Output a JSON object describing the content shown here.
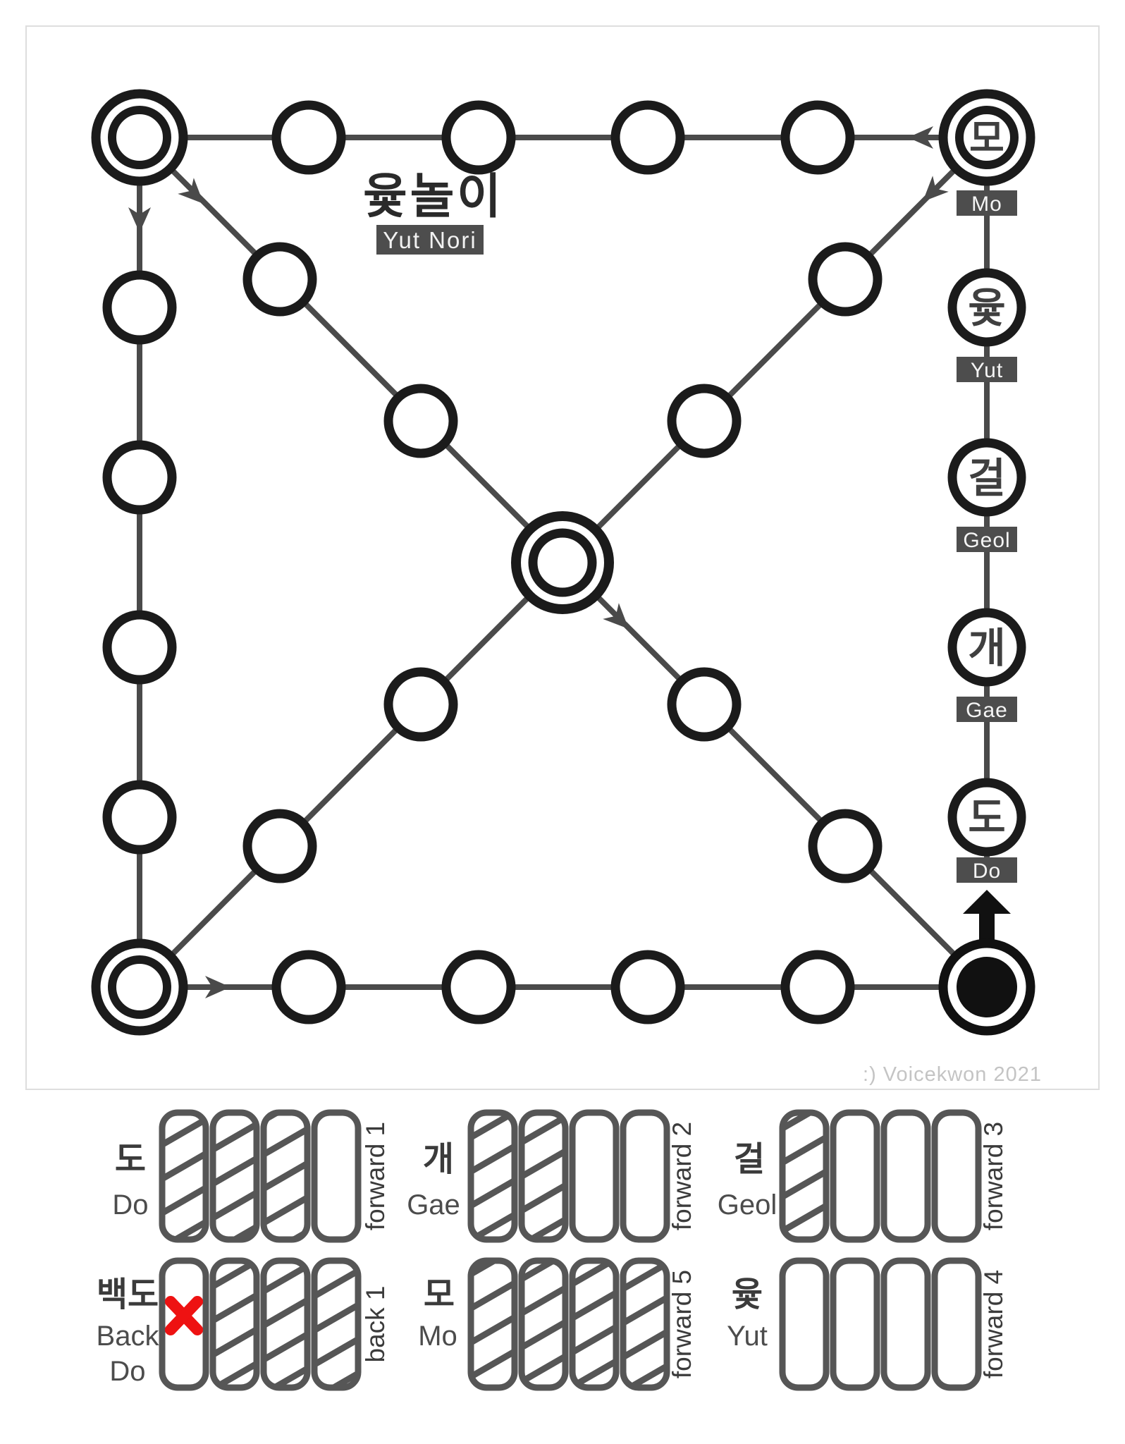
{
  "title": {
    "korean": "윷놀이",
    "english": "Yut Nori"
  },
  "credit": ":) Voicekwon 2021",
  "board": {
    "stations": [
      {
        "korean": "모",
        "english": "Mo"
      },
      {
        "korean": "윷",
        "english": "Yut"
      },
      {
        "korean": "걸",
        "english": "Geol"
      },
      {
        "korean": "개",
        "english": "Gae"
      },
      {
        "korean": "도",
        "english": "Do"
      }
    ]
  },
  "legend": {
    "rows": [
      [
        {
          "korean": "도",
          "english_lines": [
            "Do"
          ],
          "sticks": [
            "hatched",
            "hatched",
            "hatched",
            "plain"
          ],
          "move": "forward 1"
        },
        {
          "korean": "개",
          "english_lines": [
            "Gae"
          ],
          "sticks": [
            "hatched",
            "hatched",
            "plain",
            "plain"
          ],
          "move": "forward 2"
        },
        {
          "korean": "걸",
          "english_lines": [
            "Geol"
          ],
          "sticks": [
            "hatched",
            "plain",
            "plain",
            "plain"
          ],
          "move": "forward 3"
        }
      ],
      [
        {
          "korean": "백도",
          "english_lines": [
            "Back",
            "Do"
          ],
          "sticks": [
            "marked",
            "hatched",
            "hatched",
            "hatched"
          ],
          "move": "back 1"
        },
        {
          "korean": "모",
          "english_lines": [
            "Mo"
          ],
          "sticks": [
            "hatched",
            "hatched",
            "hatched",
            "hatched"
          ],
          "move": "forward 5"
        },
        {
          "korean": "윷",
          "english_lines": [
            "Yut"
          ],
          "sticks": [
            "plain",
            "plain",
            "plain",
            "plain"
          ],
          "move": "forward 4"
        }
      ]
    ]
  },
  "colors": {
    "node_ink": "#1b1b1b",
    "path_gray": "#4a4a4a",
    "label_box": "#4d4d4d",
    "legend_ink": "#565656",
    "red_x": "#ee1212",
    "credit_gray": "#c4c4c4"
  }
}
